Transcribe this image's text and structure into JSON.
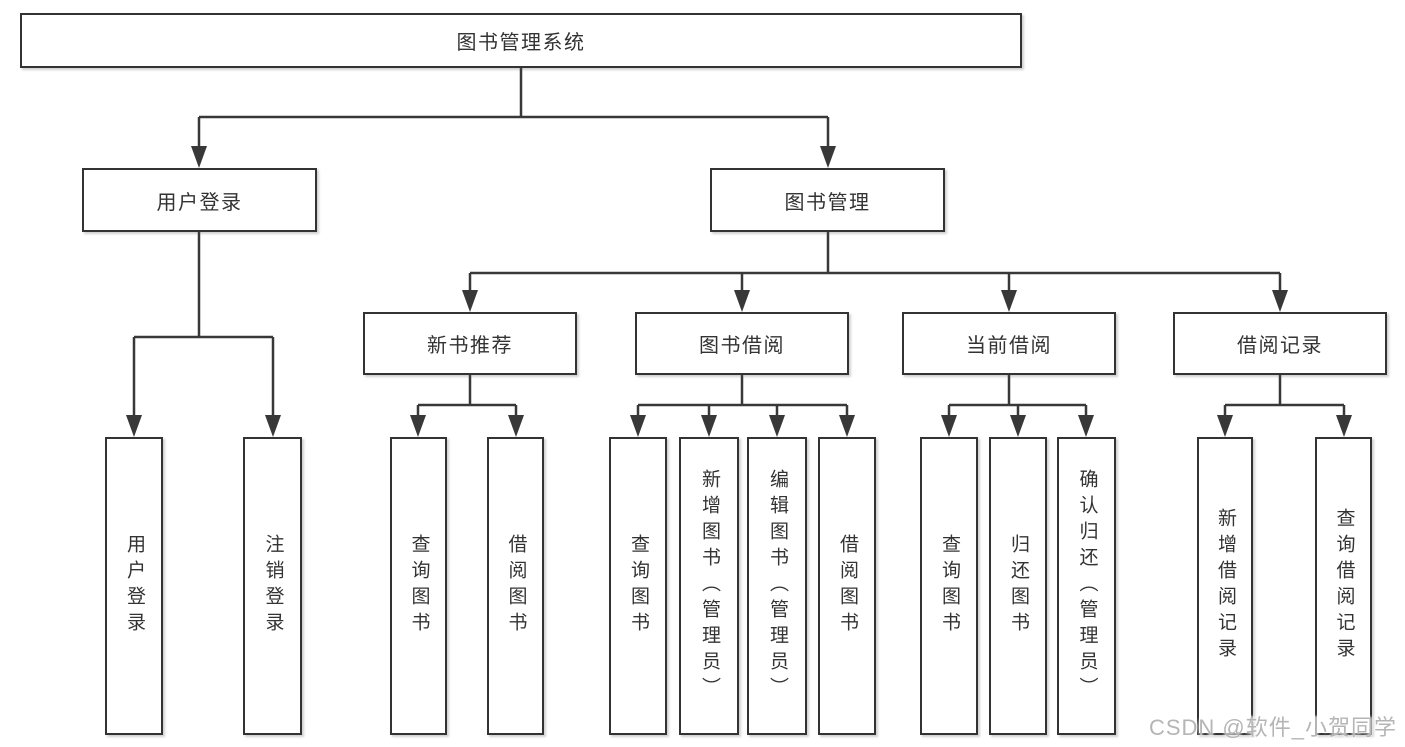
{
  "diagram": {
    "root": "图书管理系统",
    "branches": [
      {
        "label": "用户登录",
        "children": [
          "用户登录",
          "注销登录"
        ]
      },
      {
        "label": "图书管理",
        "groups": [
          {
            "label": "新书推荐",
            "children": [
              "查询图书",
              "借阅图书"
            ]
          },
          {
            "label": "图书借阅",
            "children": [
              "查询图书",
              "新增图书（管理员）",
              "编辑图书（管理员）",
              "借阅图书"
            ]
          },
          {
            "label": "当前借阅",
            "children": [
              "查询图书",
              "归还图书",
              "确认归还（管理员）"
            ]
          },
          {
            "label": "借阅记录",
            "children": [
              "新增借阅记录",
              "查询借阅记录"
            ]
          }
        ]
      }
    ]
  },
  "watermark": "CSDN @软件_小贺同学",
  "colors": {
    "line": "#383838",
    "box_border": "#333333",
    "box_background": "#ffffff",
    "text": "#333333",
    "watermark": "#b5b5b5",
    "background": "#ffffff"
  }
}
